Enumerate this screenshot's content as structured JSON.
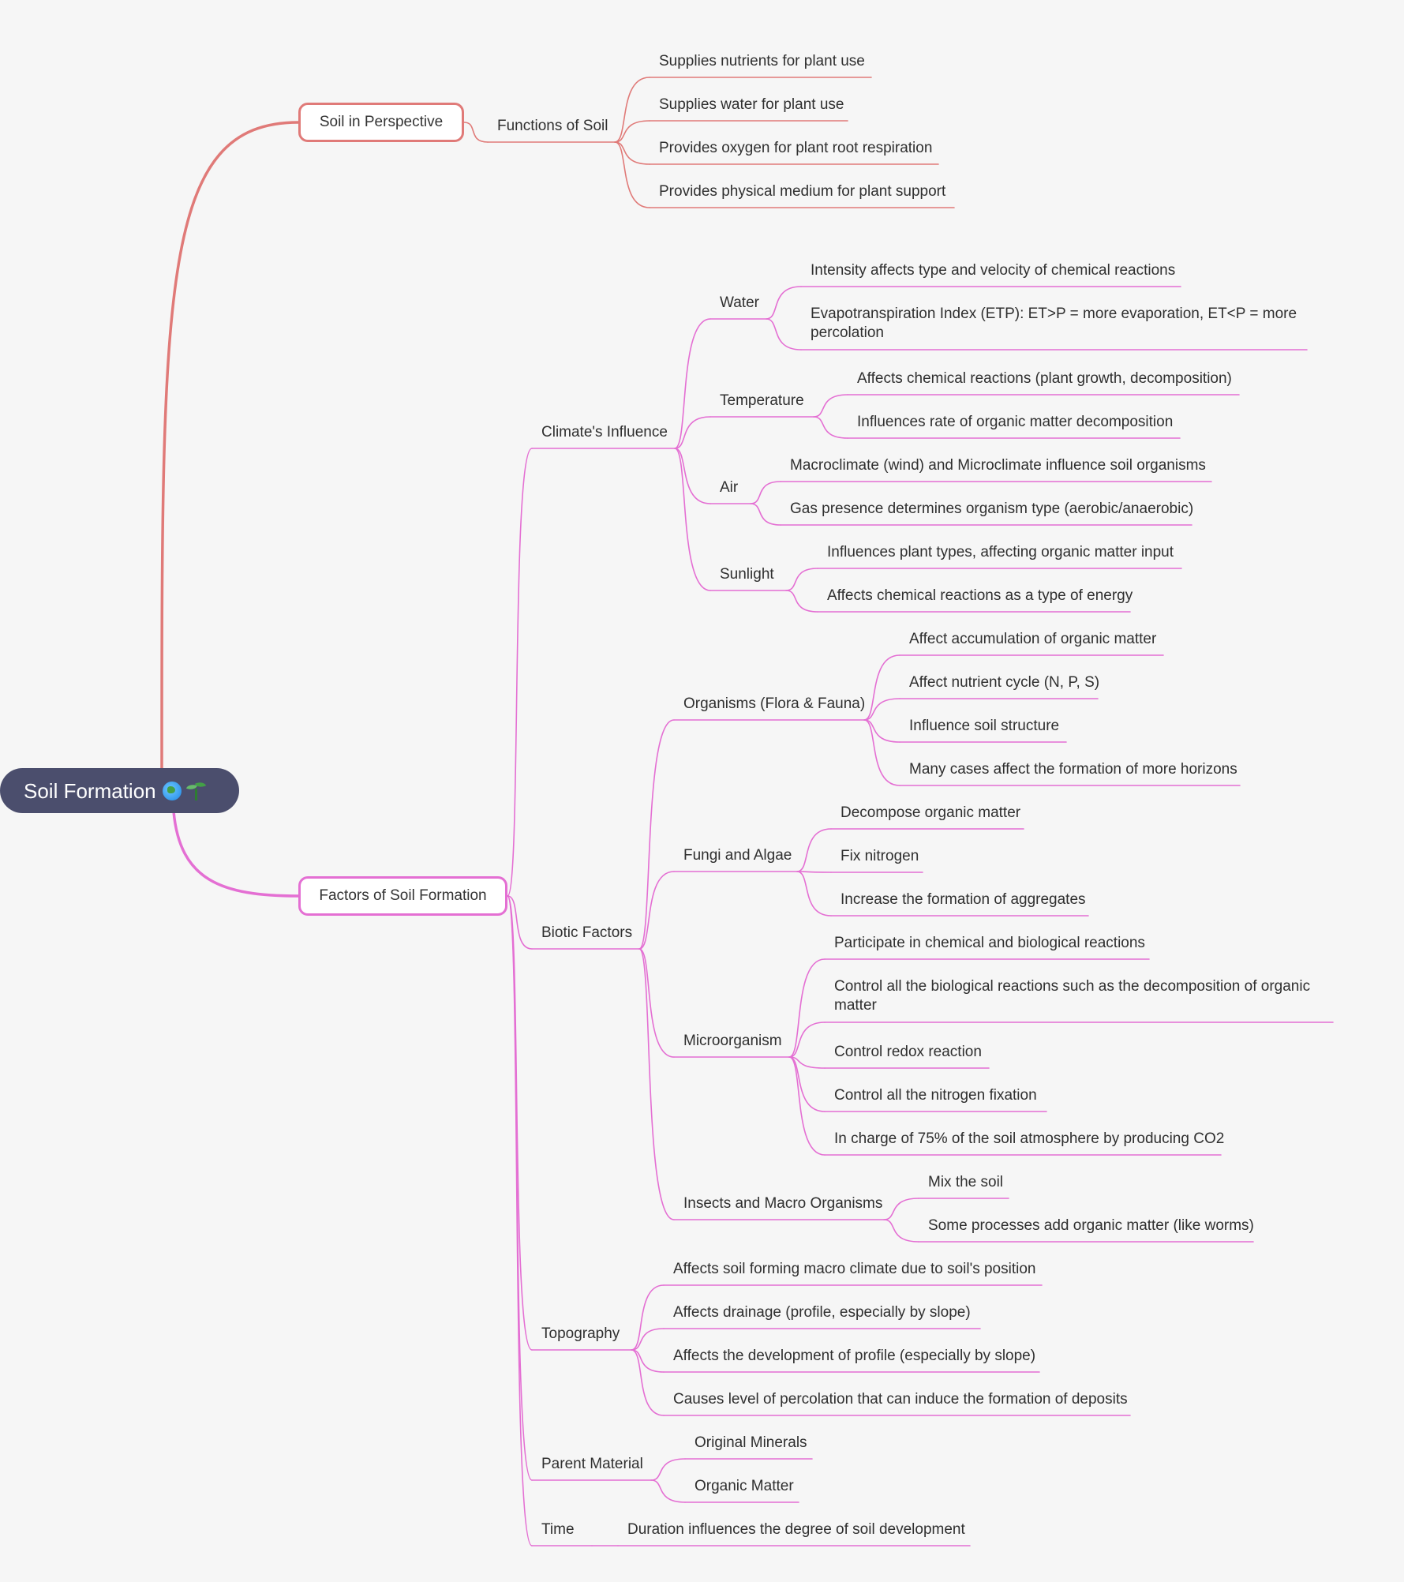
{
  "root": {
    "label": "Soil Formation",
    "icons": [
      "globe-icon",
      "seedling-icon"
    ]
  },
  "colors": {
    "background": "#f6f6f6",
    "root_fill": "#4b4e6d",
    "perspective_branch": "#e07a78",
    "factors_branch": "#e46fd3"
  },
  "branches": [
    {
      "key": "perspective",
      "label": "Soil in Perspective",
      "children": [
        {
          "label": "Functions of Soil",
          "children": [
            {
              "label": "Supplies nutrients for plant use"
            },
            {
              "label": "Supplies water for plant use"
            },
            {
              "label": "Provides oxygen for plant root respiration"
            },
            {
              "label": "Provides physical medium for plant support"
            }
          ]
        }
      ]
    },
    {
      "key": "factors",
      "label": "Factors of Soil Formation",
      "children": [
        {
          "label": "Climate's Influence",
          "children": [
            {
              "label": "Water",
              "children": [
                {
                  "label": "Intensity affects type and velocity of chemical reactions"
                },
                {
                  "label": "Evapotranspiration Index (ETP): ET>P = more evaporation, ET<P = more percolation"
                }
              ]
            },
            {
              "label": "Temperature",
              "children": [
                {
                  "label": "Affects chemical reactions (plant growth, decomposition)"
                },
                {
                  "label": "Influences rate of organic matter decomposition"
                }
              ]
            },
            {
              "label": "Air",
              "children": [
                {
                  "label": "Macroclimate (wind) and Microclimate influence soil organisms"
                },
                {
                  "label": "Gas presence determines organism type (aerobic/anaerobic)"
                }
              ]
            },
            {
              "label": "Sunlight",
              "children": [
                {
                  "label": "Influences plant types, affecting organic matter input"
                },
                {
                  "label": "Affects chemical reactions as a type of energy"
                }
              ]
            }
          ]
        },
        {
          "label": "Biotic Factors",
          "children": [
            {
              "label": "Organisms (Flora & Fauna)",
              "children": [
                {
                  "label": "Affect accumulation of organic matter"
                },
                {
                  "label": "Affect nutrient cycle (N, P, S)"
                },
                {
                  "label": "Influence soil structure"
                },
                {
                  "label": "Many cases affect the formation of more horizons"
                }
              ]
            },
            {
              "label": "Fungi and Algae",
              "children": [
                {
                  "label": "Decompose organic matter"
                },
                {
                  "label": "Fix nitrogen"
                },
                {
                  "label": "Increase the formation of aggregates"
                }
              ]
            },
            {
              "label": "Microorganism",
              "children": [
                {
                  "label": "Participate in chemical and biological reactions"
                },
                {
                  "label": "Control all the biological reactions such as the decomposition of organic matter"
                },
                {
                  "label": "Control redox reaction"
                },
                {
                  "label": "Control all the nitrogen fixation"
                },
                {
                  "label": "In charge of 75% of the soil atmosphere by producing CO2"
                }
              ]
            },
            {
              "label": "Insects and Macro Organisms",
              "children": [
                {
                  "label": "Mix the soil"
                },
                {
                  "label": "Some processes add organic matter (like worms)"
                }
              ]
            }
          ]
        },
        {
          "label": "Topography",
          "children": [
            {
              "label": "Affects soil forming macro climate due to soil's position"
            },
            {
              "label": "Affects drainage (profile, especially by slope)"
            },
            {
              "label": "Affects the development of profile (especially by slope)"
            },
            {
              "label": "Causes level of percolation that can induce the formation of deposits"
            }
          ]
        },
        {
          "label": "Parent Material",
          "children": [
            {
              "label": "Original Minerals"
            },
            {
              "label": "Organic Matter"
            }
          ]
        },
        {
          "label": "Time",
          "children": [
            {
              "label": "Duration influences the degree of soil development"
            }
          ]
        }
      ]
    }
  ]
}
